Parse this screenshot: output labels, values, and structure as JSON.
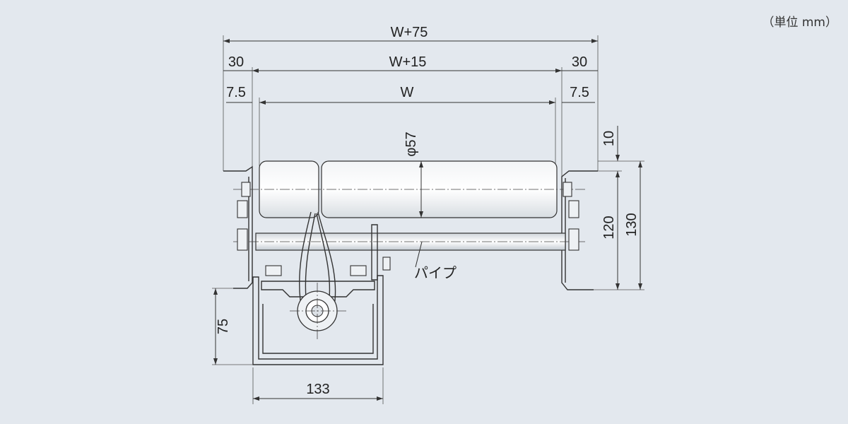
{
  "unit_label": "（単位 mm）",
  "dimensions": {
    "overall": "W+75",
    "inner": "W+15",
    "roller": "W",
    "left_offset": "30",
    "right_offset": "30",
    "left_gap": "7.5",
    "right_gap": "7.5",
    "diameter": "φ57",
    "top_gap": "10",
    "height_120": "120",
    "height_130": "130",
    "stand_height": "75",
    "stand_width": "133"
  },
  "labels": {
    "pipe": "パイプ"
  }
}
